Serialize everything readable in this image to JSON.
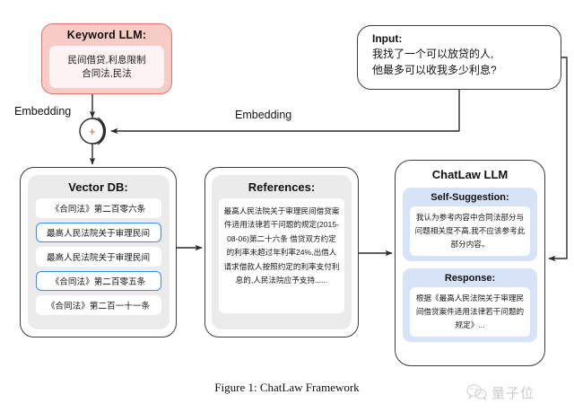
{
  "figure": {
    "caption": "Figure 1: ChatLaw Framework"
  },
  "keyword_llm": {
    "title": "Keyword LLM:",
    "lines": [
      "民间借贷,利息限制",
      "合同法,民法"
    ],
    "panel_color": "#f8ccc6",
    "border_color": "#e4746a",
    "inner_color": "#fdf4f3"
  },
  "input": {
    "title": "Input:",
    "lines": [
      "我找了一个可以放贷的人,",
      "他最多可以收我多少利息?"
    ]
  },
  "edges": {
    "embedding_left": "Embedding",
    "embedding_right": "Embedding",
    "sum_symbol": "+"
  },
  "vector_db": {
    "title": "Vector DB:",
    "rows": [
      {
        "text": "《合同法》第二百零六条",
        "selected": false
      },
      {
        "text": "最高人民法院关于审理民间",
        "selected": true
      },
      {
        "text": "最高人民法院关于审理民间",
        "selected": false
      },
      {
        "text": "《合同法》第二百零五条",
        "selected": true
      },
      {
        "text": "《合同法》第二百一十一条",
        "selected": false
      }
    ],
    "panel_color": "#ebebeb",
    "selected_border_color": "#3d8bf2"
  },
  "references": {
    "title": "References:",
    "body": "最高人民法院关于审理民间借贷案件适用法律若干问题的规定(2015-08-06)第二十六条 借贷双方约定的利率未超过年利率24%,出借人请求借款人按照约定的利率支付利息的,人民法院应予支持......",
    "panel_color": "#ebebeb"
  },
  "chatlaw_llm": {
    "title": "ChatLaw LLM",
    "cards": [
      {
        "title": "Self-Suggestion:",
        "body": "我认为参考内容中合同法部分与问题相关度不高,我不应该参考此部分内容。"
      },
      {
        "title": "Response:",
        "body": "根据《最高人民法院关于审理民间借贷案件适用法律若干问题的规定》..."
      }
    ],
    "card_color": "#d7e4f7"
  },
  "watermark": {
    "icon": "wechat-icon",
    "text": "量子位"
  }
}
